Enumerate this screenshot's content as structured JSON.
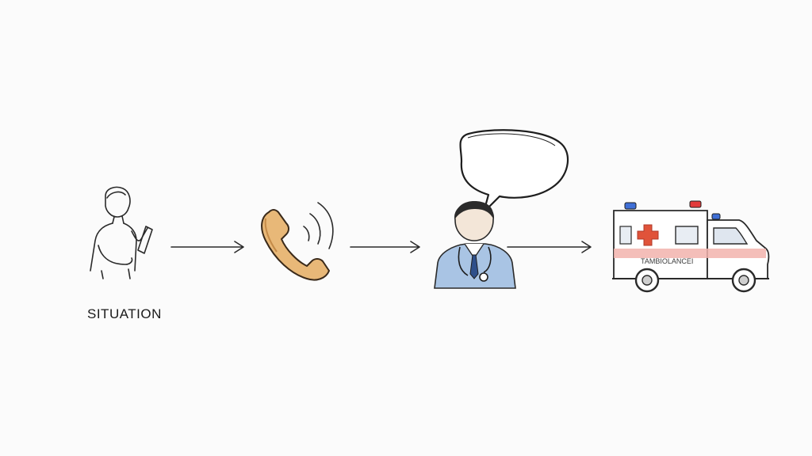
{
  "diagram": {
    "steps": [
      {
        "id": "situation",
        "icon": "person-on-phone-icon",
        "caption": "SITUATION"
      },
      {
        "id": "call",
        "icon": "phone-ringing-icon",
        "caption": ""
      },
      {
        "id": "dispatcher",
        "icon": "doctor-with-speech-bubble-icon",
        "caption": ""
      },
      {
        "id": "ambulance",
        "icon": "ambulance-icon",
        "caption": ""
      }
    ],
    "ambulance_stripe_text": "TAMBIOLANCEI",
    "colors": {
      "phone": "#e8b878",
      "doctor_coat": "#a9c4e4",
      "cross": "#e0533a",
      "stripe": "#f2b3ad",
      "light_red": "#e23a3a",
      "light_blue": "#3f6fd6"
    }
  }
}
